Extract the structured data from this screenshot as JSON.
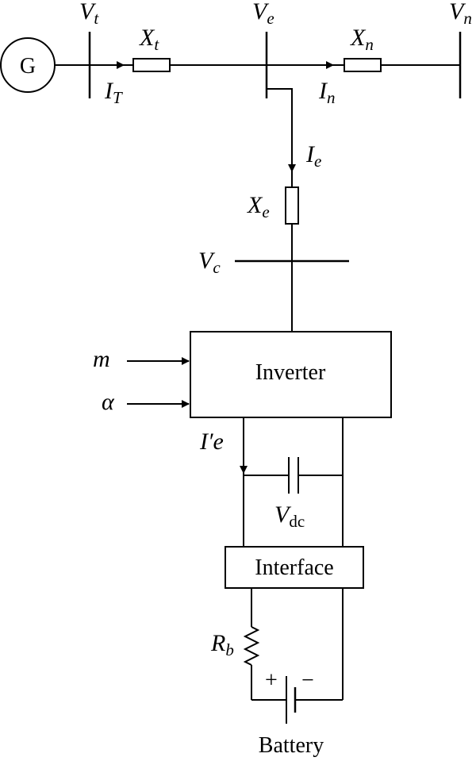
{
  "generator": {
    "label": "G"
  },
  "buses": {
    "terminal": {
      "symbol": "V",
      "sub": "t"
    },
    "connection": {
      "symbol": "V",
      "sub": "e"
    },
    "network": {
      "symbol": "V",
      "sub": "n"
    },
    "converter": {
      "symbol": "V",
      "sub": "c"
    }
  },
  "reactances": {
    "transformer": {
      "symbol": "X",
      "sub": "t"
    },
    "network": {
      "symbol": "X",
      "sub": "n"
    },
    "coupling": {
      "symbol": "X",
      "sub": "e"
    }
  },
  "currents": {
    "terminal": {
      "symbol": "I",
      "sub": "T"
    },
    "network": {
      "symbol": "I",
      "sub": "n"
    },
    "storage": {
      "symbol": "I",
      "sub": "e"
    },
    "dc_side": {
      "text": "I′e"
    }
  },
  "inputs": {
    "modulation": "m",
    "phase": "α"
  },
  "blocks": {
    "inverter": "Inverter",
    "interface": "Interface"
  },
  "dc_link": {
    "symbol": "V",
    "sub": "dc"
  },
  "battery": {
    "resistance_symbol": "R",
    "resistance_sub": "b",
    "plus": "+",
    "minus": "−",
    "label": "Battery"
  }
}
